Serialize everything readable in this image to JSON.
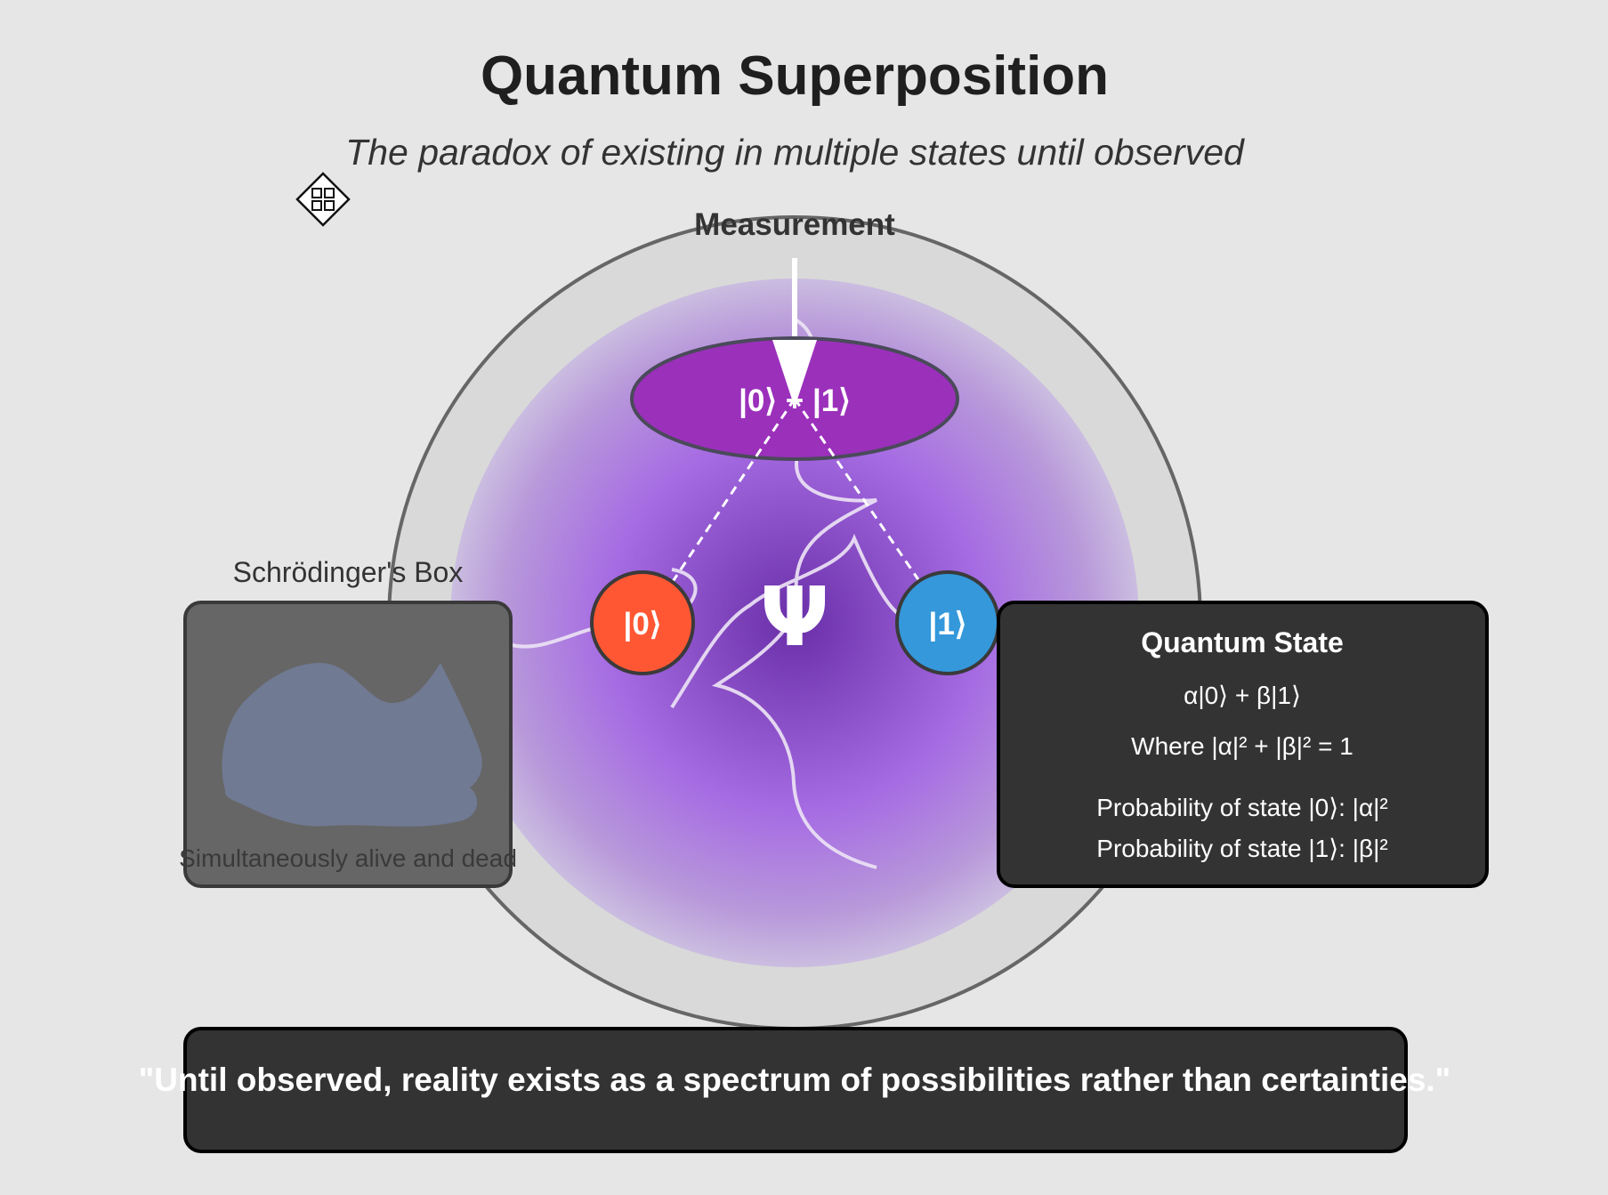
{
  "header": {
    "title": "Quantum Superposition",
    "subtitle": "The paradox of existing in multiple states until observed"
  },
  "measurement": {
    "label": "Measurement"
  },
  "superposition": {
    "label": "|0⟩ + |1⟩",
    "psi_symbol": "Ψ"
  },
  "states": {
    "zero": {
      "label": "|0⟩",
      "color": "#ff5733"
    },
    "one": {
      "label": "|1⟩",
      "color": "#3498db"
    }
  },
  "schrodinger_box": {
    "title": "Schrödinger's Box",
    "caption": "Simultaneously alive and dead"
  },
  "quantum_state_panel": {
    "title": "Quantum State",
    "equation": "α|0⟩ + β|1⟩",
    "constraint": "Where |α|² + |β|² = 1",
    "probability_0": "Probability of state |0⟩: |α|²",
    "probability_1": "Probability of state |1⟩: |β|²"
  },
  "quote": {
    "text": "\"Until observed, reality exists as a spectrum of possibilities rather than certainties.\""
  },
  "colors": {
    "background": "#e6e6e6",
    "outer_ring": "#d9d9d9",
    "ring_stroke": "#666666",
    "orb_center": "#6a2fa8",
    "orb_mid": "#a56ae2",
    "superposition_fill": "#9b30bb",
    "panel_fill": "#333333",
    "box_fill": "#666666",
    "cat_fill": "#717a93"
  },
  "icons": {
    "move_cursor": "move-cursor-icon"
  }
}
